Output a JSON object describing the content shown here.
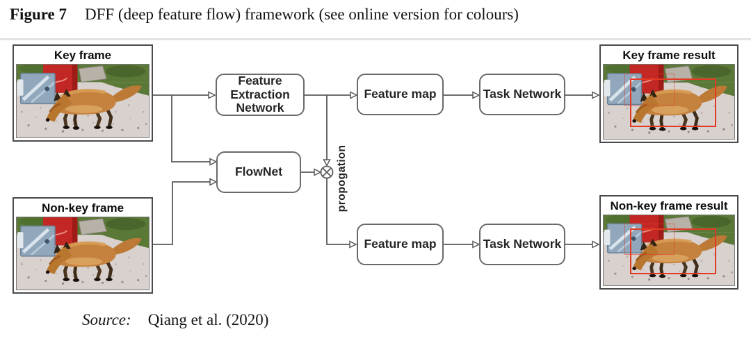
{
  "figure": {
    "label": "Figure 7",
    "title": "DFF (deep feature flow) framework (see online version for colours)"
  },
  "source": {
    "label": "Source:",
    "text": "Qiang et al. (2020)"
  },
  "panels": {
    "key_frame": {
      "label": "Key frame"
    },
    "non_key_frame": {
      "label": "Non-key frame"
    },
    "key_frame_result": {
      "label": "Key frame result"
    },
    "non_key_frame_result": {
      "label": "Non-key frame result"
    }
  },
  "nodes": {
    "feature_extraction_network": {
      "label": "Feature\nExtraction\nNetwork"
    },
    "flownet": {
      "label": "FlowNet"
    },
    "feature_map_top": {
      "label": "Feature map"
    },
    "task_network_top": {
      "label": "Task Network"
    },
    "feature_map_bottom": {
      "label": "Feature map"
    },
    "task_network_bottom": {
      "label": "Task Network"
    }
  },
  "annotations": {
    "propagation_label": "propogation",
    "warp_operator_symbol": "⊗"
  },
  "colors": {
    "connector_line": "#5a5a5a",
    "node_border": "#6a6a6a",
    "panel_border": "#4a4a4a",
    "detection_box": "#e23a24"
  }
}
